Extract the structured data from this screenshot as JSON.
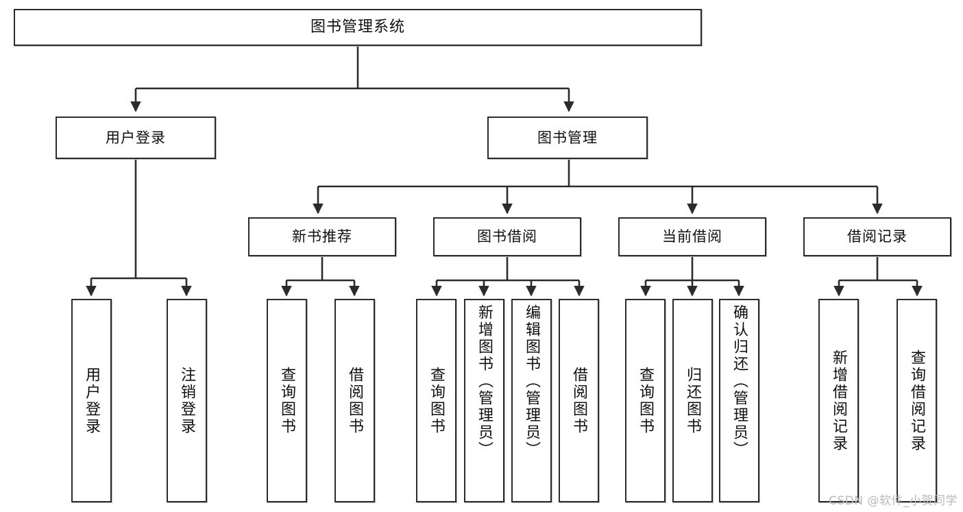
{
  "diagram": {
    "title": "图书管理系统",
    "type": "tree-hierarchy-chart",
    "watermark": "CSDN @软件_小贺同学"
  },
  "nodes": {
    "root": {
      "label": "图书管理系统"
    },
    "level2": [
      {
        "label": "用户登录"
      },
      {
        "label": "图书管理"
      }
    ],
    "level3": [
      {
        "label": "新书推荐"
      },
      {
        "label": "图书借阅"
      },
      {
        "label": "当前借阅"
      },
      {
        "label": "借阅记录"
      }
    ],
    "leaves": {
      "user_login": [
        {
          "label": "用户登录"
        },
        {
          "label": "注销登录"
        }
      ],
      "new_book_recommend": [
        {
          "label": "查询图书"
        },
        {
          "label": "借阅图书"
        }
      ],
      "book_borrow": [
        {
          "label": "查询图书"
        },
        {
          "label": "新增图书（管理员）"
        },
        {
          "label": "编辑图书（管理员）"
        },
        {
          "label": "借阅图书"
        }
      ],
      "current_borrow": [
        {
          "label": "查询图书"
        },
        {
          "label": "归还图书"
        },
        {
          "label": "确认归还（管理员）"
        }
      ],
      "borrow_record": [
        {
          "label": "新增借阅记录"
        },
        {
          "label": "查询借阅记录"
        }
      ]
    }
  },
  "colors": {
    "border": "#2b2b2b",
    "background": "#ffffff",
    "text": "#0f0f0f",
    "watermark": "#b9b9b9"
  }
}
